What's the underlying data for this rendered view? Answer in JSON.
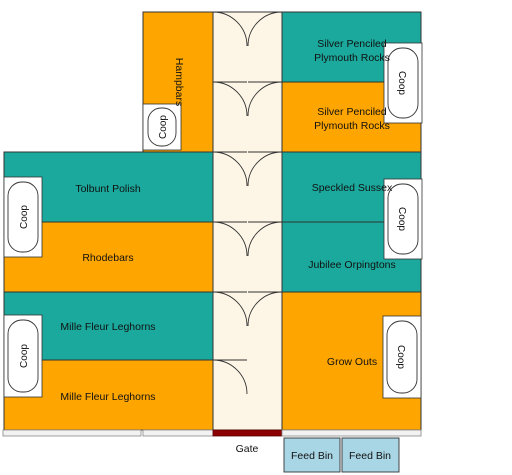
{
  "colors": {
    "teal": "#1aa99c",
    "orange": "#ffa500",
    "aisle": "#fdf6e6",
    "gate": "#8b0000",
    "feed_bin": "#a9d6e5",
    "coop_fill": "#ffffff",
    "outline": "#333333"
  },
  "pens": {
    "hampbars": "Hampbars",
    "silver_penciled_1_line1": "Silver Penciled",
    "silver_penciled_1_line2": "Plymouth Rocks",
    "silver_penciled_2_line1": "Silver Penciled",
    "silver_penciled_2_line2": "Plymouth Rocks",
    "tolbunt_polish": "Tolbunt Polish",
    "rhodebars": "Rhodebars",
    "speckled_sussex": "Speckled Sussex",
    "jubilee_orpingtons": "Jubilee Orpingtons",
    "mille_fleur_leghorns_1": "Mille Fleur Leghorns",
    "mille_fleur_leghorns_2": "Mille Fleur Leghorns",
    "grow_outs": "Grow Outs"
  },
  "coops": {
    "hampbars": "Coop",
    "silver": "Coop",
    "tolbunt": "Coop",
    "speckled": "Coop",
    "mille": "Coop",
    "grow": "Coop"
  },
  "gate_label": "Gate",
  "feed_bins": [
    "Feed Bin",
    "Feed Bin"
  ]
}
